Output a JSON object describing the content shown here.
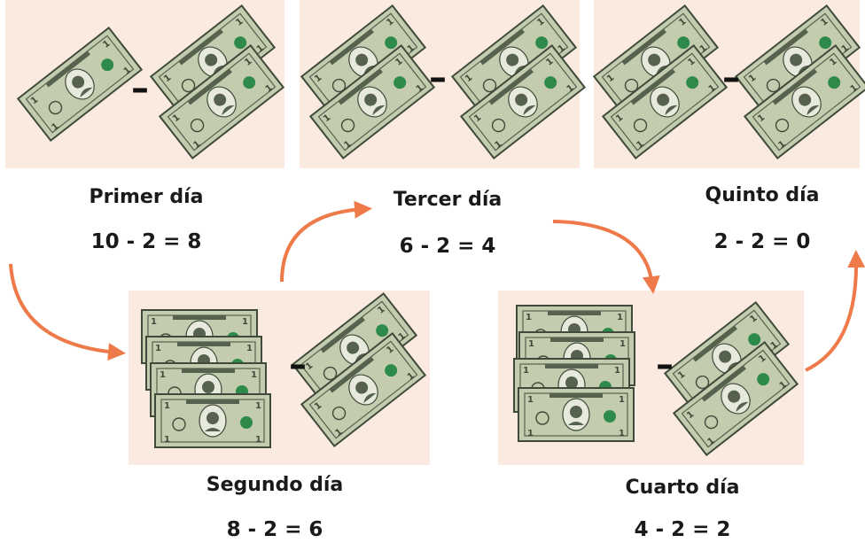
{
  "days": [
    {
      "label": "Primer día",
      "equation": "10 - 2 = 8"
    },
    {
      "label": "Segundo día",
      "equation": "8 - 2 = 6"
    },
    {
      "label": "Tercer día",
      "equation": "6 - 2 = 4"
    },
    {
      "label": "Cuarto día",
      "equation": "4 - 2 = 2"
    },
    {
      "label": "Quinto día",
      "equation": "2 - 2 = 0"
    }
  ],
  "minus_sign": "–",
  "colors": {
    "panel": "#fbeadf",
    "arrow": "#ee7a4a",
    "bill": "#b8c4a4",
    "bill_dark": "#3f4a3a",
    "seal": "#2e8a4a"
  },
  "icons": [
    "dollar-bill-ten-icon",
    "dollar-bill-five-icon",
    "dollar-bill-one-icon",
    "curved-arrow-icon"
  ]
}
